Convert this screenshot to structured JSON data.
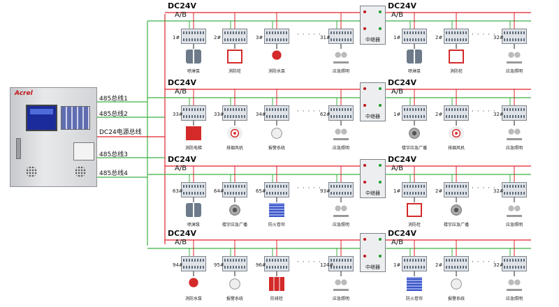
{
  "host": {
    "brand": "Acrel"
  },
  "bus_labels": {
    "bus1": "485总线1",
    "bus2": "485总线2",
    "power": "DC24电源总线",
    "bus3": "485总线3",
    "bus4": "485总线4"
  },
  "power_label": "DC24V",
  "ab_label": "A/B",
  "dots": "· · · · ·",
  "relay_caption": "中继器",
  "colors": {
    "power_wire": "#e0202a",
    "bus_wire": "#3cb043",
    "black_wire": "#222222"
  },
  "rows": [
    {
      "left": {
        "nums": [
          "1#",
          "2#",
          "3#",
          "31#"
        ],
        "caps": [
          "喷淋泵",
          "消防栓",
          "消防水泵",
          "应急照明"
        ],
        "icons": [
          "sprinkler-pump-icon",
          "hydrant-box-icon",
          "fire-pump-valve-icon",
          "emergency-light-icon"
        ]
      },
      "right": {
        "nums": [
          "1#",
          "2#",
          "32#"
        ],
        "caps": [
          "喷淋泵",
          "消防栓",
          "应急照明"
        ],
        "icons": [
          "sprinkler-pump-icon",
          "hydrant-box-icon",
          "emergency-light-icon"
        ]
      }
    },
    {
      "left": {
        "nums": [
          "33#",
          "33#",
          "34#",
          "62#"
        ],
        "caps": [
          "消防电梯",
          "排烟风机",
          "报警系统",
          "应急照明"
        ],
        "icons": [
          "fire-elevator-icon",
          "smoke-fan-icon",
          "alarm-detector-icon",
          "emergency-light-icon"
        ]
      },
      "right": {
        "nums": [
          "1#",
          "2#",
          "32#"
        ],
        "caps": [
          "楼宇应急广播",
          "排烟风机",
          "应急照明"
        ],
        "icons": [
          "broadcast-speaker-icon",
          "smoke-fan-icon",
          "emergency-light-icon"
        ]
      }
    },
    {
      "left": {
        "nums": [
          "63#",
          "64#",
          "65#",
          "93#"
        ],
        "caps": [
          "喷淋泵",
          "楼宇应急广播",
          "防火卷帘",
          "应急照明"
        ],
        "icons": [
          "sprinkler-pump-icon",
          "broadcast-speaker-icon",
          "fire-shutter-icon",
          "emergency-light-icon"
        ]
      },
      "right": {
        "nums": [
          "1#",
          "2#",
          "32#"
        ],
        "caps": [
          "消防栓",
          "楼宇应急广播",
          "应急照明"
        ],
        "icons": [
          "hydrant-box-icon",
          "broadcast-speaker-icon",
          "emergency-light-icon"
        ]
      }
    },
    {
      "left": {
        "nums": [
          "94#",
          "95#",
          "96#",
          "124#"
        ],
        "caps": [
          "消防水泵",
          "报警系统",
          "防排栓",
          "应急照明"
        ],
        "icons": [
          "fire-pump-valve-icon",
          "alarm-detector-icon",
          "extinguisher-icon",
          "emergency-light-icon"
        ]
      },
      "right": {
        "nums": [
          "1#",
          "2#",
          "32#"
        ],
        "caps": [
          "防火卷帘",
          "报警系统",
          "应急照明"
        ],
        "icons": [
          "fire-shutter-icon",
          "alarm-detector-icon",
          "emergency-light-icon"
        ]
      }
    }
  ]
}
